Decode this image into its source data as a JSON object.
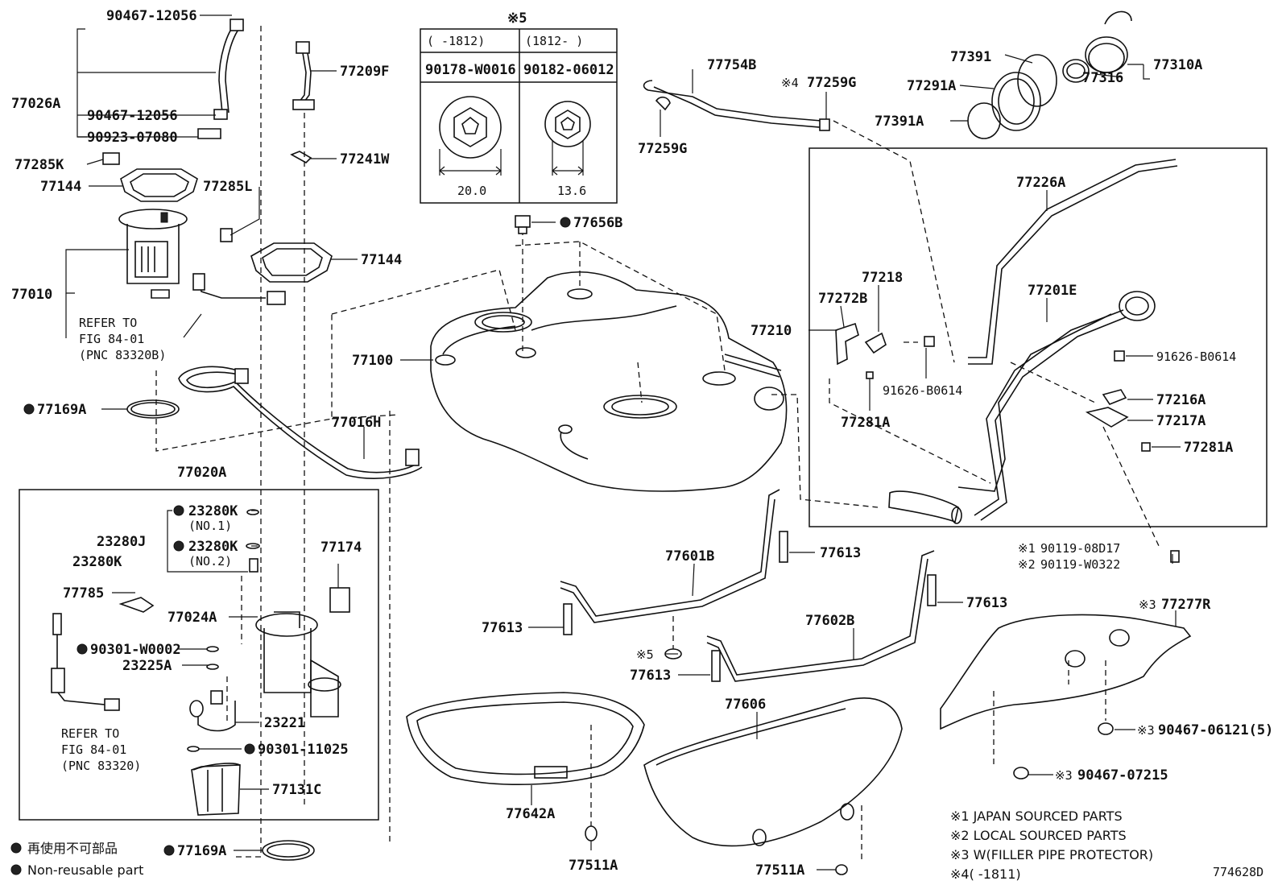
{
  "labels": {
    "p90467_12056_top": "90467-12056",
    "p77026A": "77026A",
    "p90467_12056": "90467-12056",
    "p90923_07080": "90923-07080",
    "p77285K": "77285K",
    "p77144_left": "77144",
    "p77285L": "77285L",
    "p77010": "77010",
    "refer1_l1": "REFER TO",
    "refer1_l2": "FIG 84-01",
    "refer1_l3": "(PNC 83320B)",
    "p77169A_top": "77169A",
    "p77209F": "77209F",
    "p77241W": "77241W",
    "p77144_mid": "77144",
    "p77100": "77100",
    "p77016H": "77016H",
    "p77020A": "77020A",
    "p23280K_no1": "23280K",
    "no1": "(NO.1)",
    "p23280J": "23280J",
    "p23280K_no2": "23280K",
    "no2": "(NO.2)",
    "p23280K_grp": "23280K",
    "p77785": "77785",
    "p77174": "77174",
    "p77024A": "77024A",
    "p90301_W0002": "90301-W0002",
    "p23225A": "23225A",
    "p23221": "23221",
    "refer2_l1": "REFER TO",
    "refer2_l2": "FIG 84-01",
    "refer2_l3": "(PNC 83320)",
    "p90301_11025": "90301-11025",
    "p77131C": "77131C",
    "p77169A_bot": "77169A",
    "table_ref": "※5",
    "tbl_h1": "(    -1812)",
    "tbl_h2": "(1812-     )",
    "tbl_p1": "90178-W0016",
    "tbl_p2": "90182-06012",
    "tbl_d1": "20.0",
    "tbl_d2": "13.6",
    "p77656B": "77656B",
    "p77754B": "77754B",
    "p77259G_top": "77259G",
    "p77259G_top_ref": "※4",
    "p77259G": "77259G",
    "p77391": "77391",
    "p77291A": "77291A",
    "p77391A": "77391A",
    "p77316": "77316",
    "p77310A": "77310A",
    "p77226A": "77226A",
    "p77218": "77218",
    "p77272B": "77272B",
    "p77201E": "77201E",
    "p77210": "77210",
    "p91626_B0614_r": "91626-B0614",
    "p91626_B0614_c": "91626-B0614",
    "p77216A": "77216A",
    "p77217A": "77217A",
    "p77281A_l": "77281A",
    "p77281A_r": "77281A",
    "p90119_08D17": "90119-08D17",
    "p90119_08D17_ref": "※1",
    "p90119_W0322": "90119-W0322",
    "p90119_W0322_ref": "※2",
    "p77613_a": "77613",
    "p77601B": "77601B",
    "p77613_b": "77613",
    "p77613_c": "77613",
    "p77602B": "77602B",
    "p77613_d": "77613",
    "ref5_nut": "※5",
    "p77277R": "77277R",
    "p77277R_ref": "※3",
    "p90467_06121": "90467-06121(5)",
    "p90467_06121_ref": "※3",
    "p90467_07215": "90467-07215",
    "p90467_07215_ref": "※3",
    "p77606": "77606",
    "p77642A": "77642A",
    "p77511A_l": "77511A",
    "p77511A_r": "77511A"
  },
  "notes": {
    "n1": "※1 JAPAN SOURCED PARTS",
    "n2": "※2 LOCAL SOURCED PARTS",
    "n3": "※3 W(FILLER PIPE PROTECTOR)",
    "n4": "※4(       -1811)"
  },
  "legend": {
    "jp": "再使用不可部品",
    "en": "Non-reusable part"
  },
  "diagram_id": "774628D"
}
